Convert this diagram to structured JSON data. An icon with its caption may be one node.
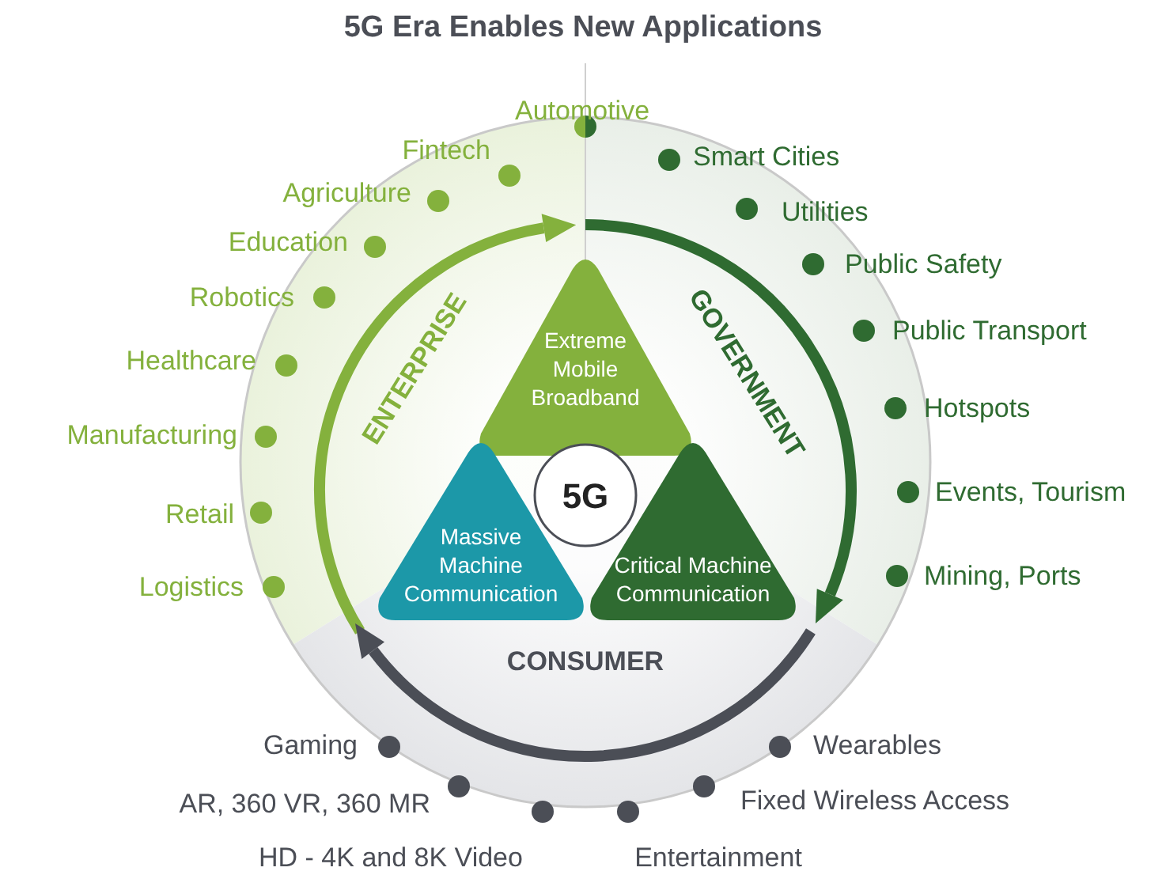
{
  "diagram": {
    "title": "5G Era Enables New Applications",
    "nodes": [
      {
        "text": [
          "Extreme Mobile Broadband"
        ]
      },
      {
        "text": [
          "5G"
        ]
      },
      {
        "text": [
          "Massive Machine Communication"
        ]
      },
      {
        "text": [
          "Critical Machine Communication"
        ]
      }
    ],
    "labels": [
      "Automotive",
      "Fintech",
      "Agriculture",
      "Education",
      "Robotics",
      "Healthcare",
      "Manufacturing",
      "Retail",
      "Logistics",
      "Smart Cities",
      "Utilities",
      "Public Safety",
      "Public Transport",
      "Hotspots",
      "Events, Tourism",
      "Mining, Ports",
      "ENTERPRISE",
      "GOVERNMENT",
      "CONSUMER",
      "Gaming",
      "Wearables",
      "AR, 360 VR, 360 MR",
      "Fixed Wireless Access",
      "HD - 4K and 8K Video",
      "Entertainment"
    ]
  }
}
